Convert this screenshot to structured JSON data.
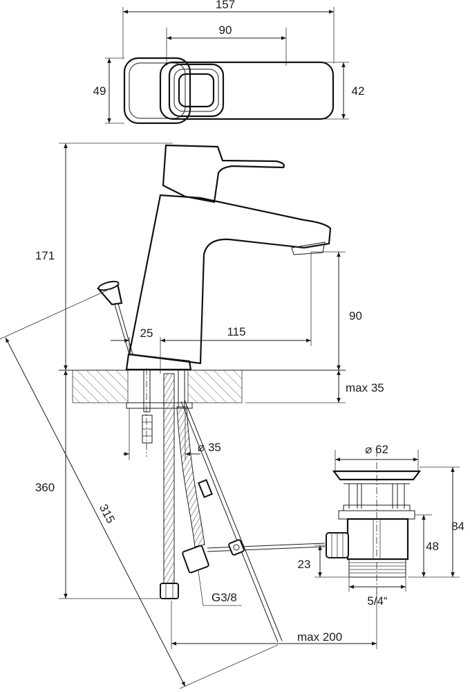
{
  "dimensions": {
    "top_width": "157",
    "top_inner": "90",
    "top_left_h": "49",
    "top_right_h": "42",
    "height_total": "171",
    "spout_h": "90",
    "base_offset": "25",
    "reach": "115",
    "deck_max": "max 35",
    "hole_dia": "⌀ 35",
    "below_len": "360",
    "rod_len": "315",
    "waste_dia": "⌀ 62",
    "waste_h": "84",
    "waste_body_h": "48",
    "connector_h": "23",
    "thread": "G3/8",
    "waste_thread": "5/4“",
    "rod_reach": "max 200"
  },
  "colors": {
    "line": "#1a1a1a",
    "hatch": "#555555",
    "background": "#ffffff"
  }
}
